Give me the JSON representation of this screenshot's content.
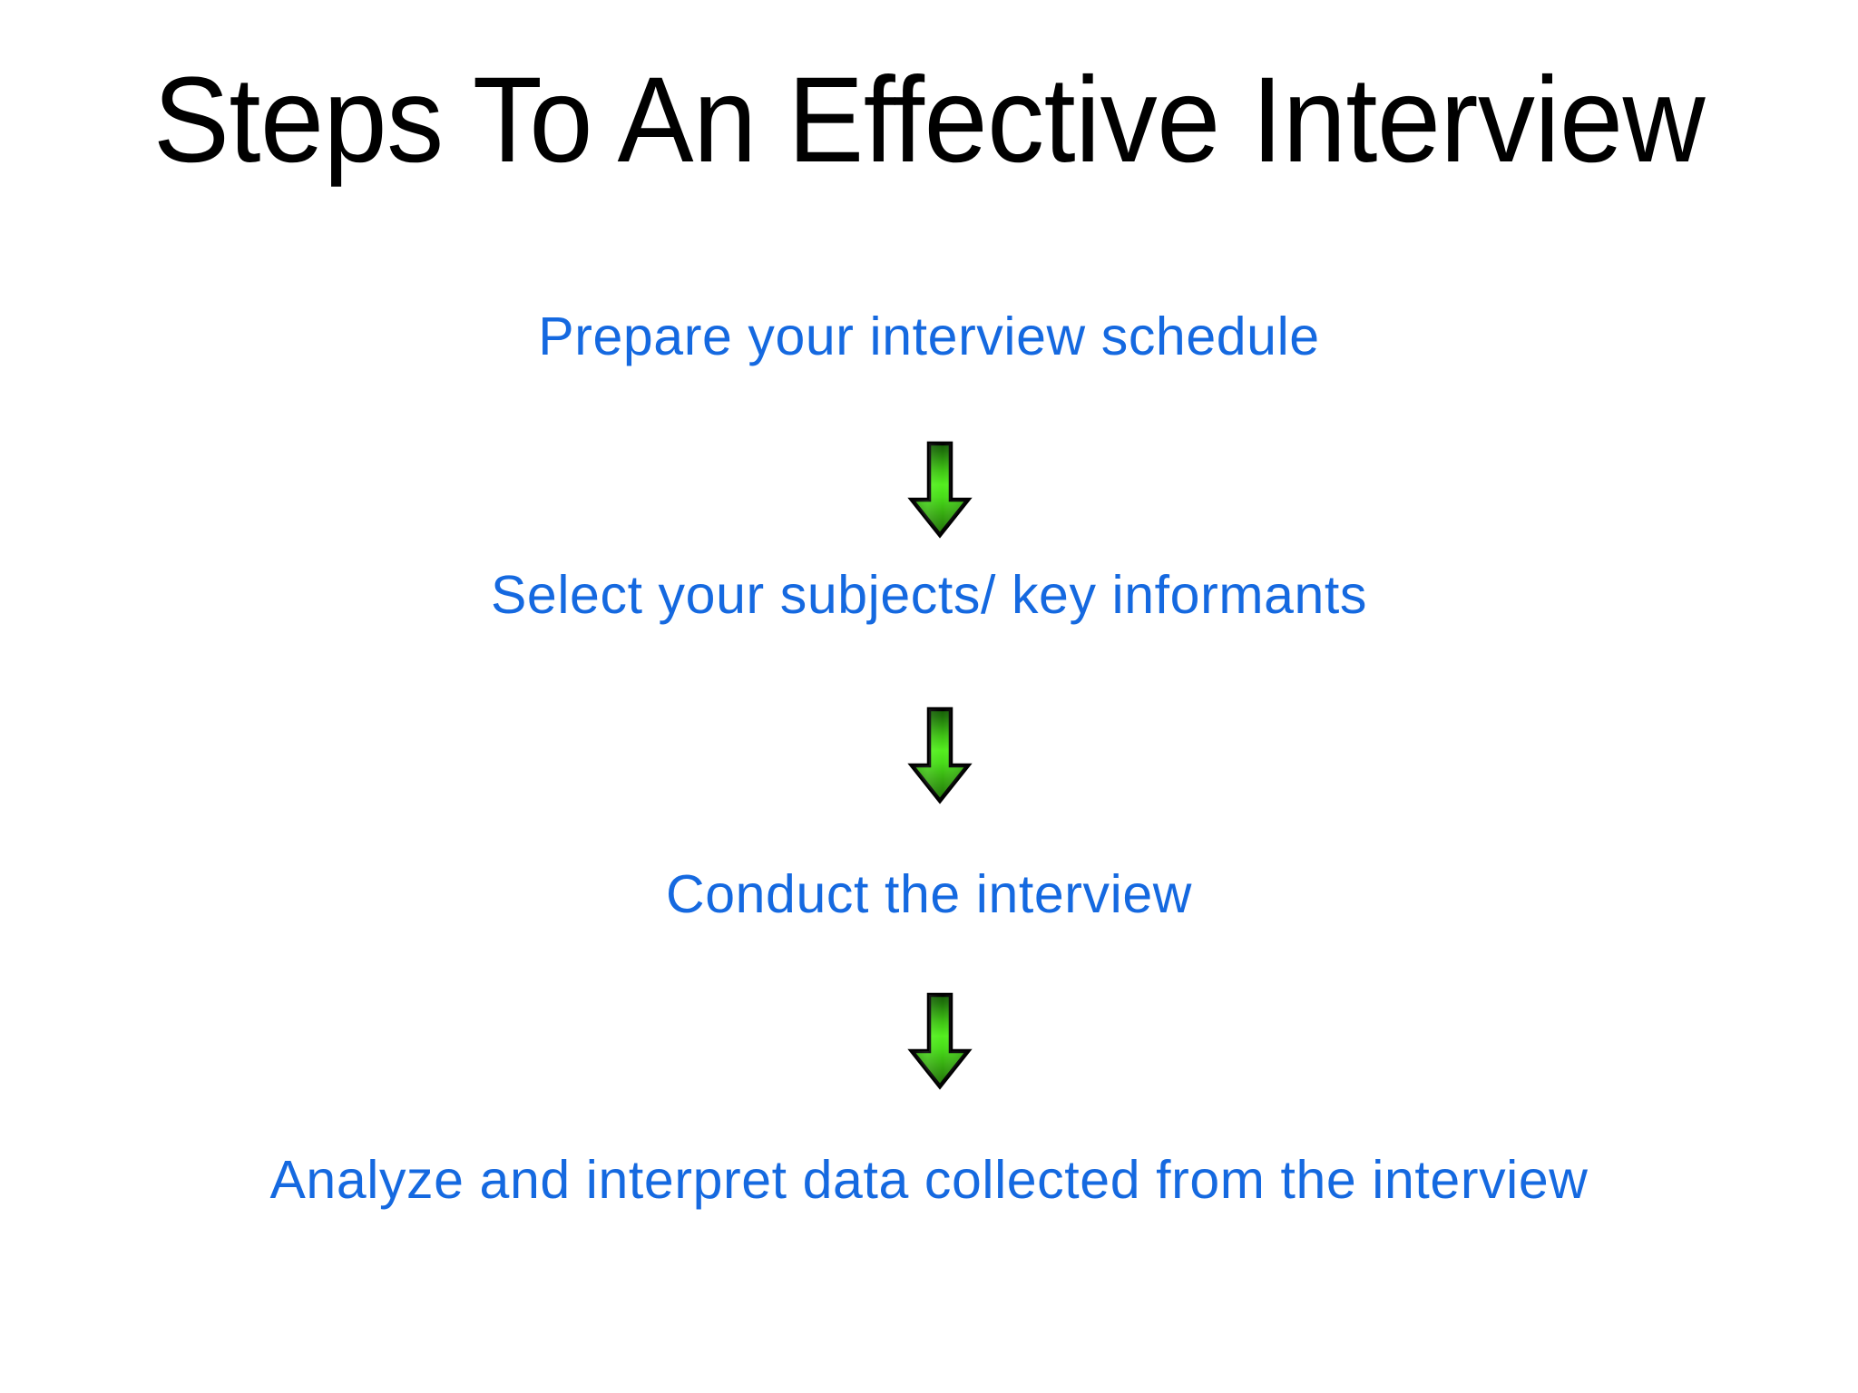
{
  "slide": {
    "title": "Steps To An Effective Interview",
    "background_color": "#ffffff",
    "title_color": "#000000",
    "step_text_color": "#1569e0"
  },
  "flow": {
    "steps": [
      {
        "label": "Prepare your interview schedule"
      },
      {
        "label": "Select your subjects/ key informants"
      },
      {
        "label": "Conduct the interview"
      },
      {
        "label": "Analyze and interpret data collected from the interview"
      }
    ],
    "connectors": [
      {
        "name": "down-arrow-1",
        "direction": "down"
      },
      {
        "name": "down-arrow-2",
        "direction": "down"
      },
      {
        "name": "down-arrow-3",
        "direction": "down"
      }
    ],
    "arrow_colors": {
      "gradient_top": "#1a6b08",
      "gradient_mid": "#4ce619",
      "gradient_bottom": "#2f960c",
      "outline": "#000000"
    }
  }
}
